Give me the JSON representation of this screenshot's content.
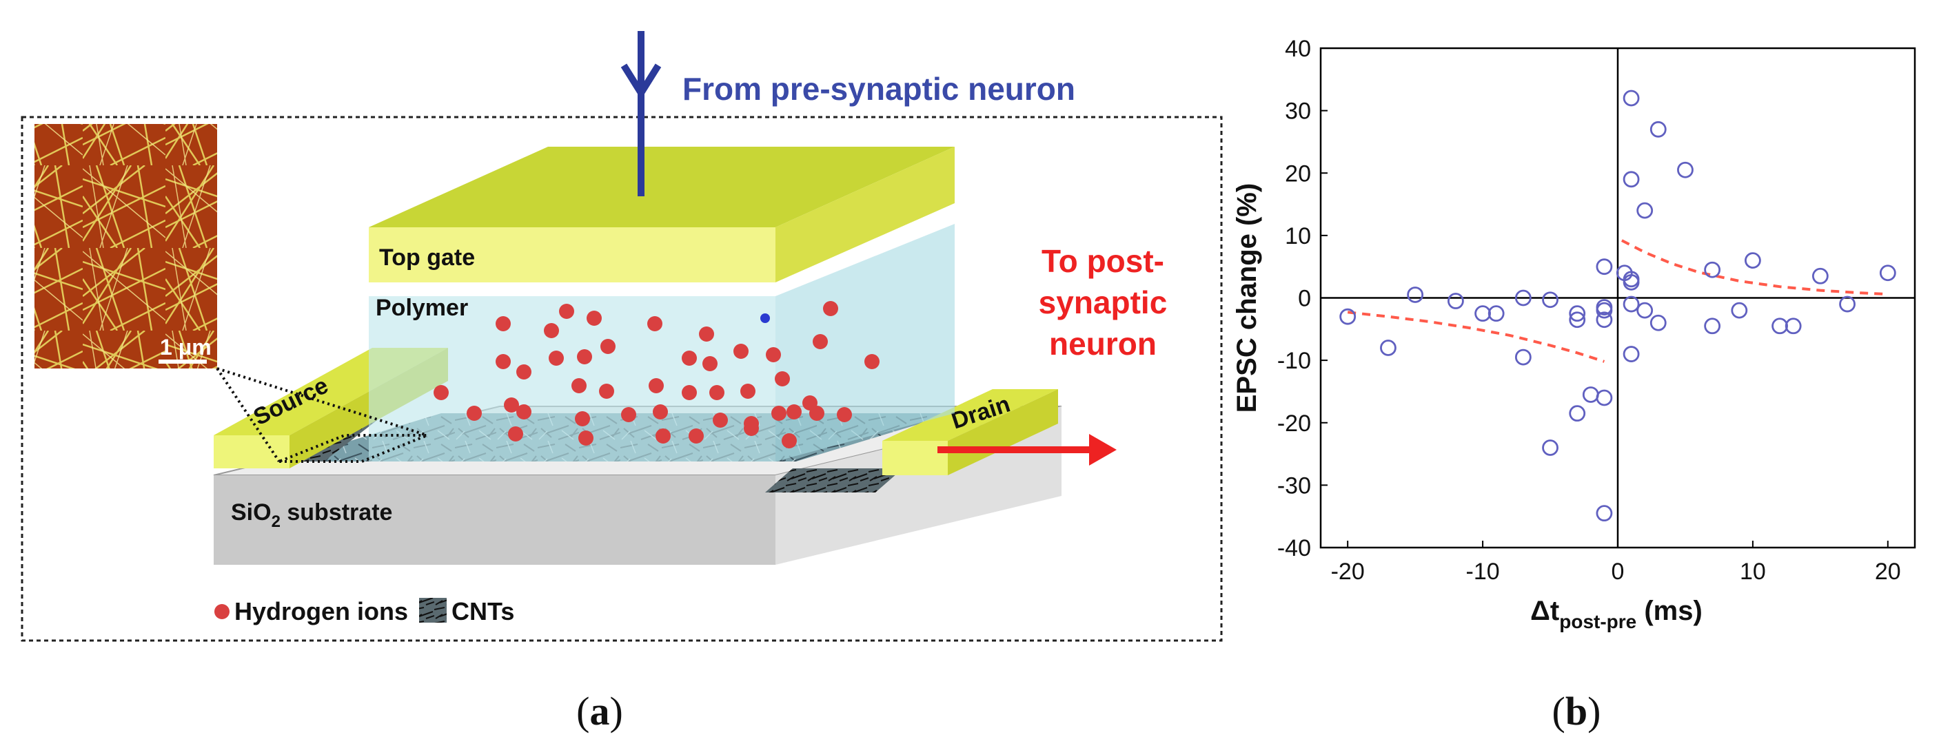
{
  "panel_a": {
    "caption_open": "(",
    "caption_letter": "a",
    "caption_close": ")",
    "arrow_in_label": "From pre-synaptic neuron",
    "out_label_lines": [
      "To post-",
      "synaptic",
      "neuron"
    ],
    "layer_labels": {
      "top_gate": "Top gate",
      "polymer": "Polymer",
      "source": "Source",
      "drain": "Drain",
      "substrate_main": "SiO",
      "substrate_sub": "2",
      "substrate_tail": " substrate"
    },
    "inset_scale_label": "1 μm",
    "legend": {
      "ions": "Hydrogen ions",
      "cnts": "CNTs"
    },
    "colors": {
      "gate": "#d6e23a",
      "polymer": "#bfe7ec",
      "ion": "#d94040",
      "in_arrow": "#2b3a9a",
      "out_arrow": "#ee2222",
      "in_text": "#3a4aa8",
      "out_text": "#ee2222",
      "substrate": "#c9c9c9",
      "inset_bg": "#a83a10"
    }
  },
  "panel_b": {
    "caption_open": "(",
    "caption_letter": "b",
    "caption_close": ")",
    "chart_data": {
      "type": "scatter",
      "xlabel_main": "Δt",
      "xlabel_sub": "post-pre",
      "xlabel_unit": " (ms)",
      "ylabel": "EPSC change (%)",
      "xlim": [
        -22,
        22
      ],
      "ylim": [
        -40,
        40
      ],
      "xticks": [
        -20,
        -10,
        0,
        10,
        20
      ],
      "yticks": [
        -40,
        -30,
        -20,
        -10,
        0,
        10,
        20,
        30,
        40
      ],
      "grid": false,
      "points": [
        [
          -20,
          -3
        ],
        [
          -17,
          -8
        ],
        [
          -15,
          0.5
        ],
        [
          -12,
          -0.5
        ],
        [
          -10,
          -2.5
        ],
        [
          -9,
          -2.5
        ],
        [
          -7,
          0
        ],
        [
          -7,
          -9.5
        ],
        [
          -5,
          -0.3
        ],
        [
          -5,
          -24
        ],
        [
          -3,
          -2.5
        ],
        [
          -3,
          -3.5
        ],
        [
          -3,
          -18.5
        ],
        [
          -2,
          -15.5
        ],
        [
          -1,
          -16
        ],
        [
          -1,
          -1.5
        ],
        [
          -1,
          -3.5
        ],
        [
          -1,
          -2
        ],
        [
          -1,
          5
        ],
        [
          -1,
          -34.5
        ],
        [
          0.5,
          4
        ],
        [
          1,
          3
        ],
        [
          1,
          2.5
        ],
        [
          1,
          -1
        ],
        [
          1,
          -9
        ],
        [
          1,
          19
        ],
        [
          1,
          32
        ],
        [
          2,
          -2
        ],
        [
          2,
          14
        ],
        [
          3,
          -4
        ],
        [
          3,
          27
        ],
        [
          5,
          20.5
        ],
        [
          7,
          4.5
        ],
        [
          7,
          -4.5
        ],
        [
          9,
          -2
        ],
        [
          10,
          6
        ],
        [
          12,
          -4.5
        ],
        [
          13,
          -4.5
        ],
        [
          15,
          3.5
        ],
        [
          17,
          -1
        ],
        [
          20,
          4
        ]
      ],
      "fit_curves": [
        {
          "x": [
            -20,
            -17,
            -14,
            -11,
            -8,
            -5,
            -3,
            -1
          ],
          "y": [
            -2.3,
            -3,
            -3.8,
            -4.8,
            -6,
            -7.6,
            -8.8,
            -10.2
          ]
        },
        {
          "x": [
            0.3,
            2,
            4,
            6,
            9,
            12,
            15,
            18,
            20
          ],
          "y": [
            9.2,
            7.3,
            5.5,
            4.1,
            2.7,
            1.8,
            1.2,
            0.8,
            0.6
          ]
        }
      ],
      "colors": {
        "points": "#6060c0",
        "fit": "#ff5a4a",
        "axes": "#000000"
      }
    }
  }
}
